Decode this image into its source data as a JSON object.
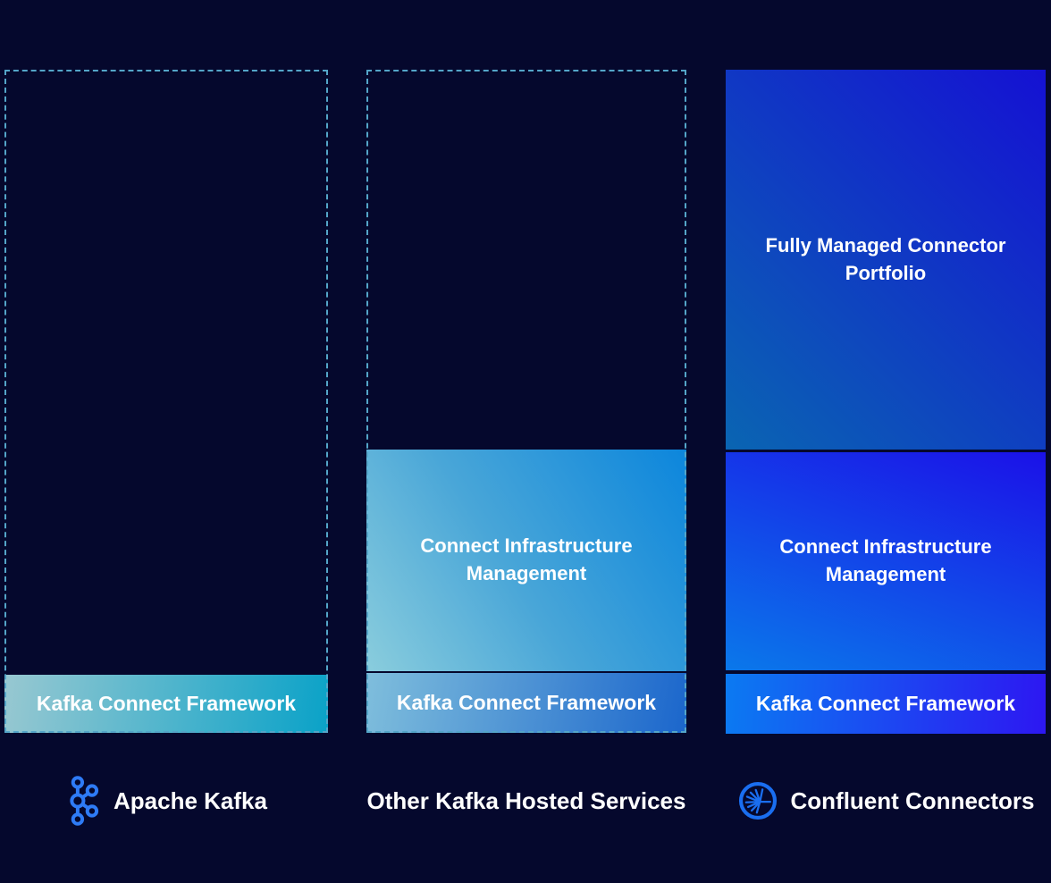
{
  "colors": {
    "background": "#05082d",
    "dashed_border": "#54a5c8",
    "text": "#ffffff",
    "kafka_logo_blue": "#2e7bf6",
    "confluent_logo_blue": "#1a6ef0",
    "left_framework_gradient": [
      "#98c8d1",
      "#0aa2c8"
    ],
    "mid_infrastructure_gradient": [
      "#8acddd",
      "#0c86dc"
    ],
    "mid_framework_gradient": [
      "#7fbedc",
      "#1b66cc"
    ],
    "right_portfolio_gradient": [
      "#1511d3",
      "#0a65b2"
    ],
    "right_infrastructure_gradient": [
      "#1b11e8",
      "#0a78ea"
    ],
    "right_framework_gradient": [
      "#0b7af2",
      "#2d17f2"
    ]
  },
  "columns": [
    {
      "caption": "Apache Kafka",
      "outline": "dashed",
      "blocks": {
        "framework": "Kafka Connect Framework"
      }
    },
    {
      "caption": "Other Kafka Hosted Services",
      "outline": "dashed",
      "blocks": {
        "infrastructure": "Connect Infrastructure Management",
        "framework": "Kafka Connect Framework"
      }
    },
    {
      "caption": "Confluent Connectors",
      "outline": "solid",
      "blocks": {
        "portfolio": "Fully Managed Connector Portfolio",
        "infrastructure": "Connect Infrastructure Management",
        "framework": "Kafka Connect Framework"
      }
    }
  ]
}
